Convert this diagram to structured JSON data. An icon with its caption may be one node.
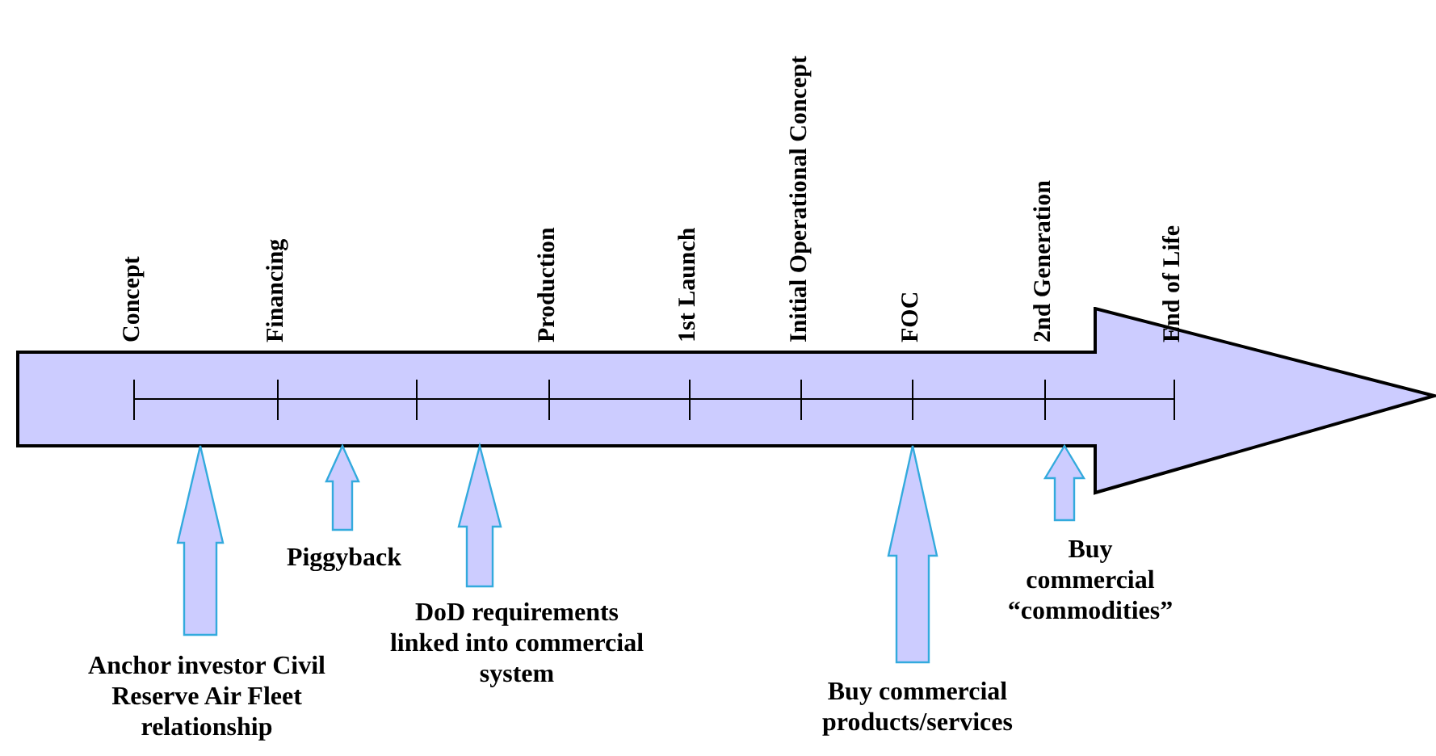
{
  "diagram": {
    "nodes": [
      {
        "text": [],
        "shape": "arrow"
      },
      {
        "text": [
          "Anchor investor Civil Reserve Air Fleet relationship"
        ]
      },
      {
        "text": [
          "Piggyback"
        ]
      },
      {
        "text": [
          "DoD requirements linked into commercial system"
        ]
      },
      {
        "text": [
          "Buy commercial products/services"
        ]
      },
      {
        "text": [
          "Buy commercial “commodities”"
        ]
      }
    ],
    "edges": [
      {
        "from": 1,
        "to": 0,
        "arrow": "to"
      },
      {
        "from": 2,
        "to": 0,
        "arrow": "to"
      },
      {
        "from": 3,
        "to": 0,
        "arrow": "to"
      },
      {
        "from": 4,
        "to": 0,
        "arrow": "to"
      },
      {
        "from": 5,
        "to": 0,
        "arrow": "to"
      }
    ],
    "labels": [
      "Concept",
      "Financing",
      "Production",
      "1st Launch",
      "Initial Operational Concept",
      "FOC",
      "2nd Generation",
      "End of Life"
    ]
  }
}
